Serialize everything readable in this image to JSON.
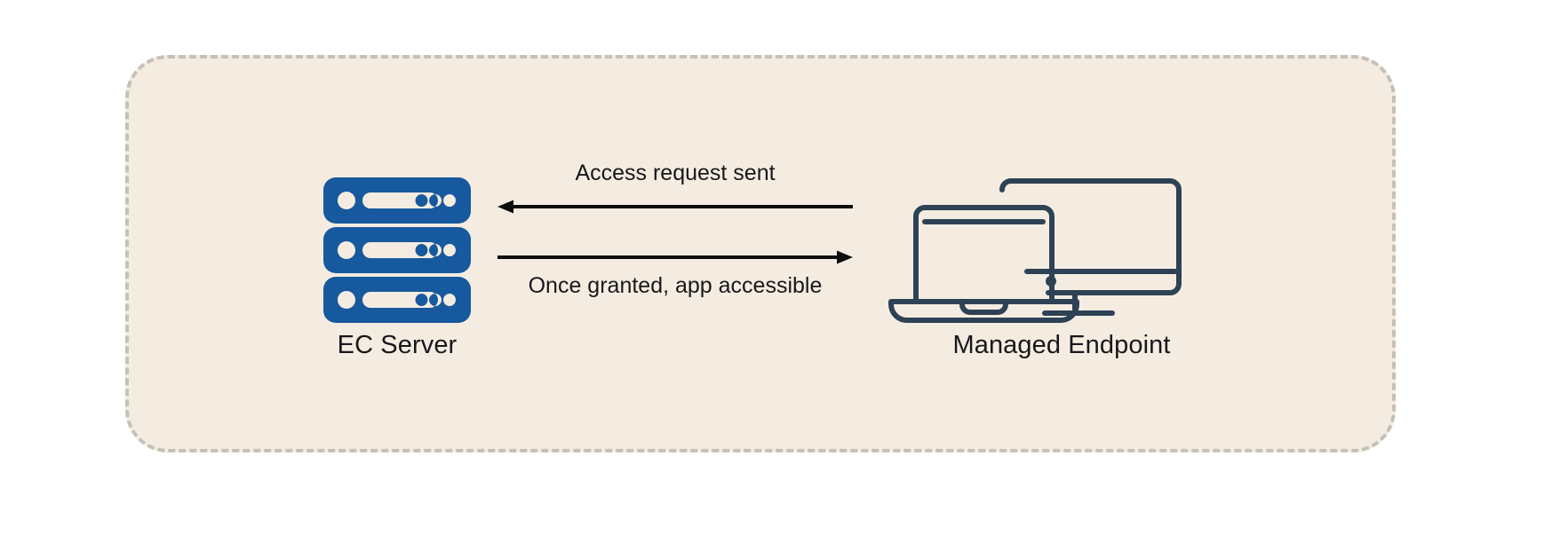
{
  "diagram": {
    "title": "EC Server to Managed Endpoint access flow",
    "colors": {
      "panel_fill": "#f5ece1",
      "panel_border": "#c6c1b7",
      "server_blue": "#17599e",
      "device_navy": "#2e4256",
      "text": "#17181a",
      "arrow": "#0d0d0d"
    },
    "nodes": [
      {
        "id": "ec-server",
        "label": "EC Server",
        "icon": "server-stack-icon",
        "icon_rows": 3,
        "icon_dots_per_row": 3
      },
      {
        "id": "managed-endpoint",
        "label": "Managed Endpoint",
        "icon": "laptop-and-monitor-icon"
      }
    ],
    "flows": [
      {
        "id": "access-request",
        "label": "Access request sent",
        "direction": "right-to-left",
        "label_position": "above"
      },
      {
        "id": "app-accessible",
        "label": "Once granted, app accessible",
        "direction": "left-to-right",
        "label_position": "below"
      }
    ]
  }
}
